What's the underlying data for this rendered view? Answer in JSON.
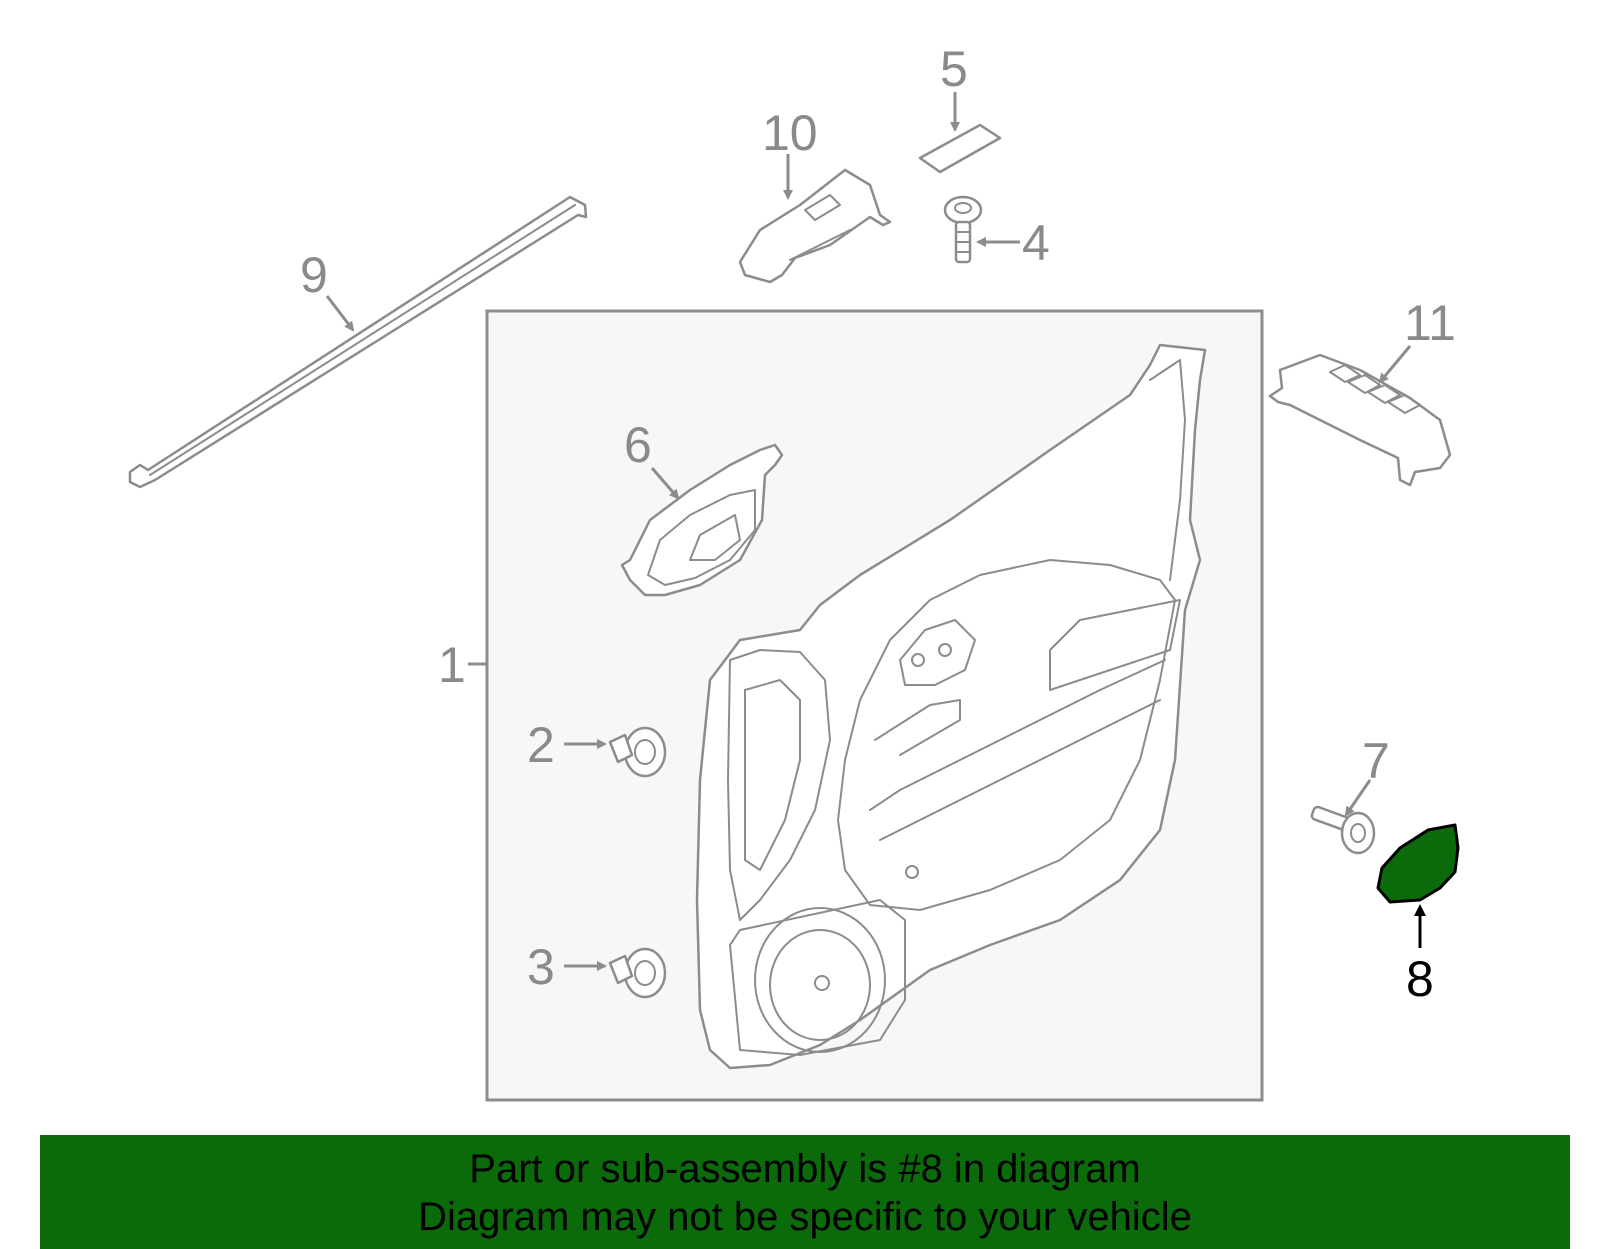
{
  "callouts": {
    "c1": "1",
    "c2": "2",
    "c3": "3",
    "c4": "4",
    "c5": "5",
    "c6": "6",
    "c7": "7",
    "c8": "8",
    "c9": "9",
    "c10": "10",
    "c11": "11"
  },
  "highlight": {
    "part": "8",
    "color": "#0b6b0b"
  },
  "banner": {
    "line1": "Part or sub-assembly is #8 in diagram",
    "line2": "Diagram may not be specific to your vehicle",
    "color": "#0b6b0b"
  }
}
